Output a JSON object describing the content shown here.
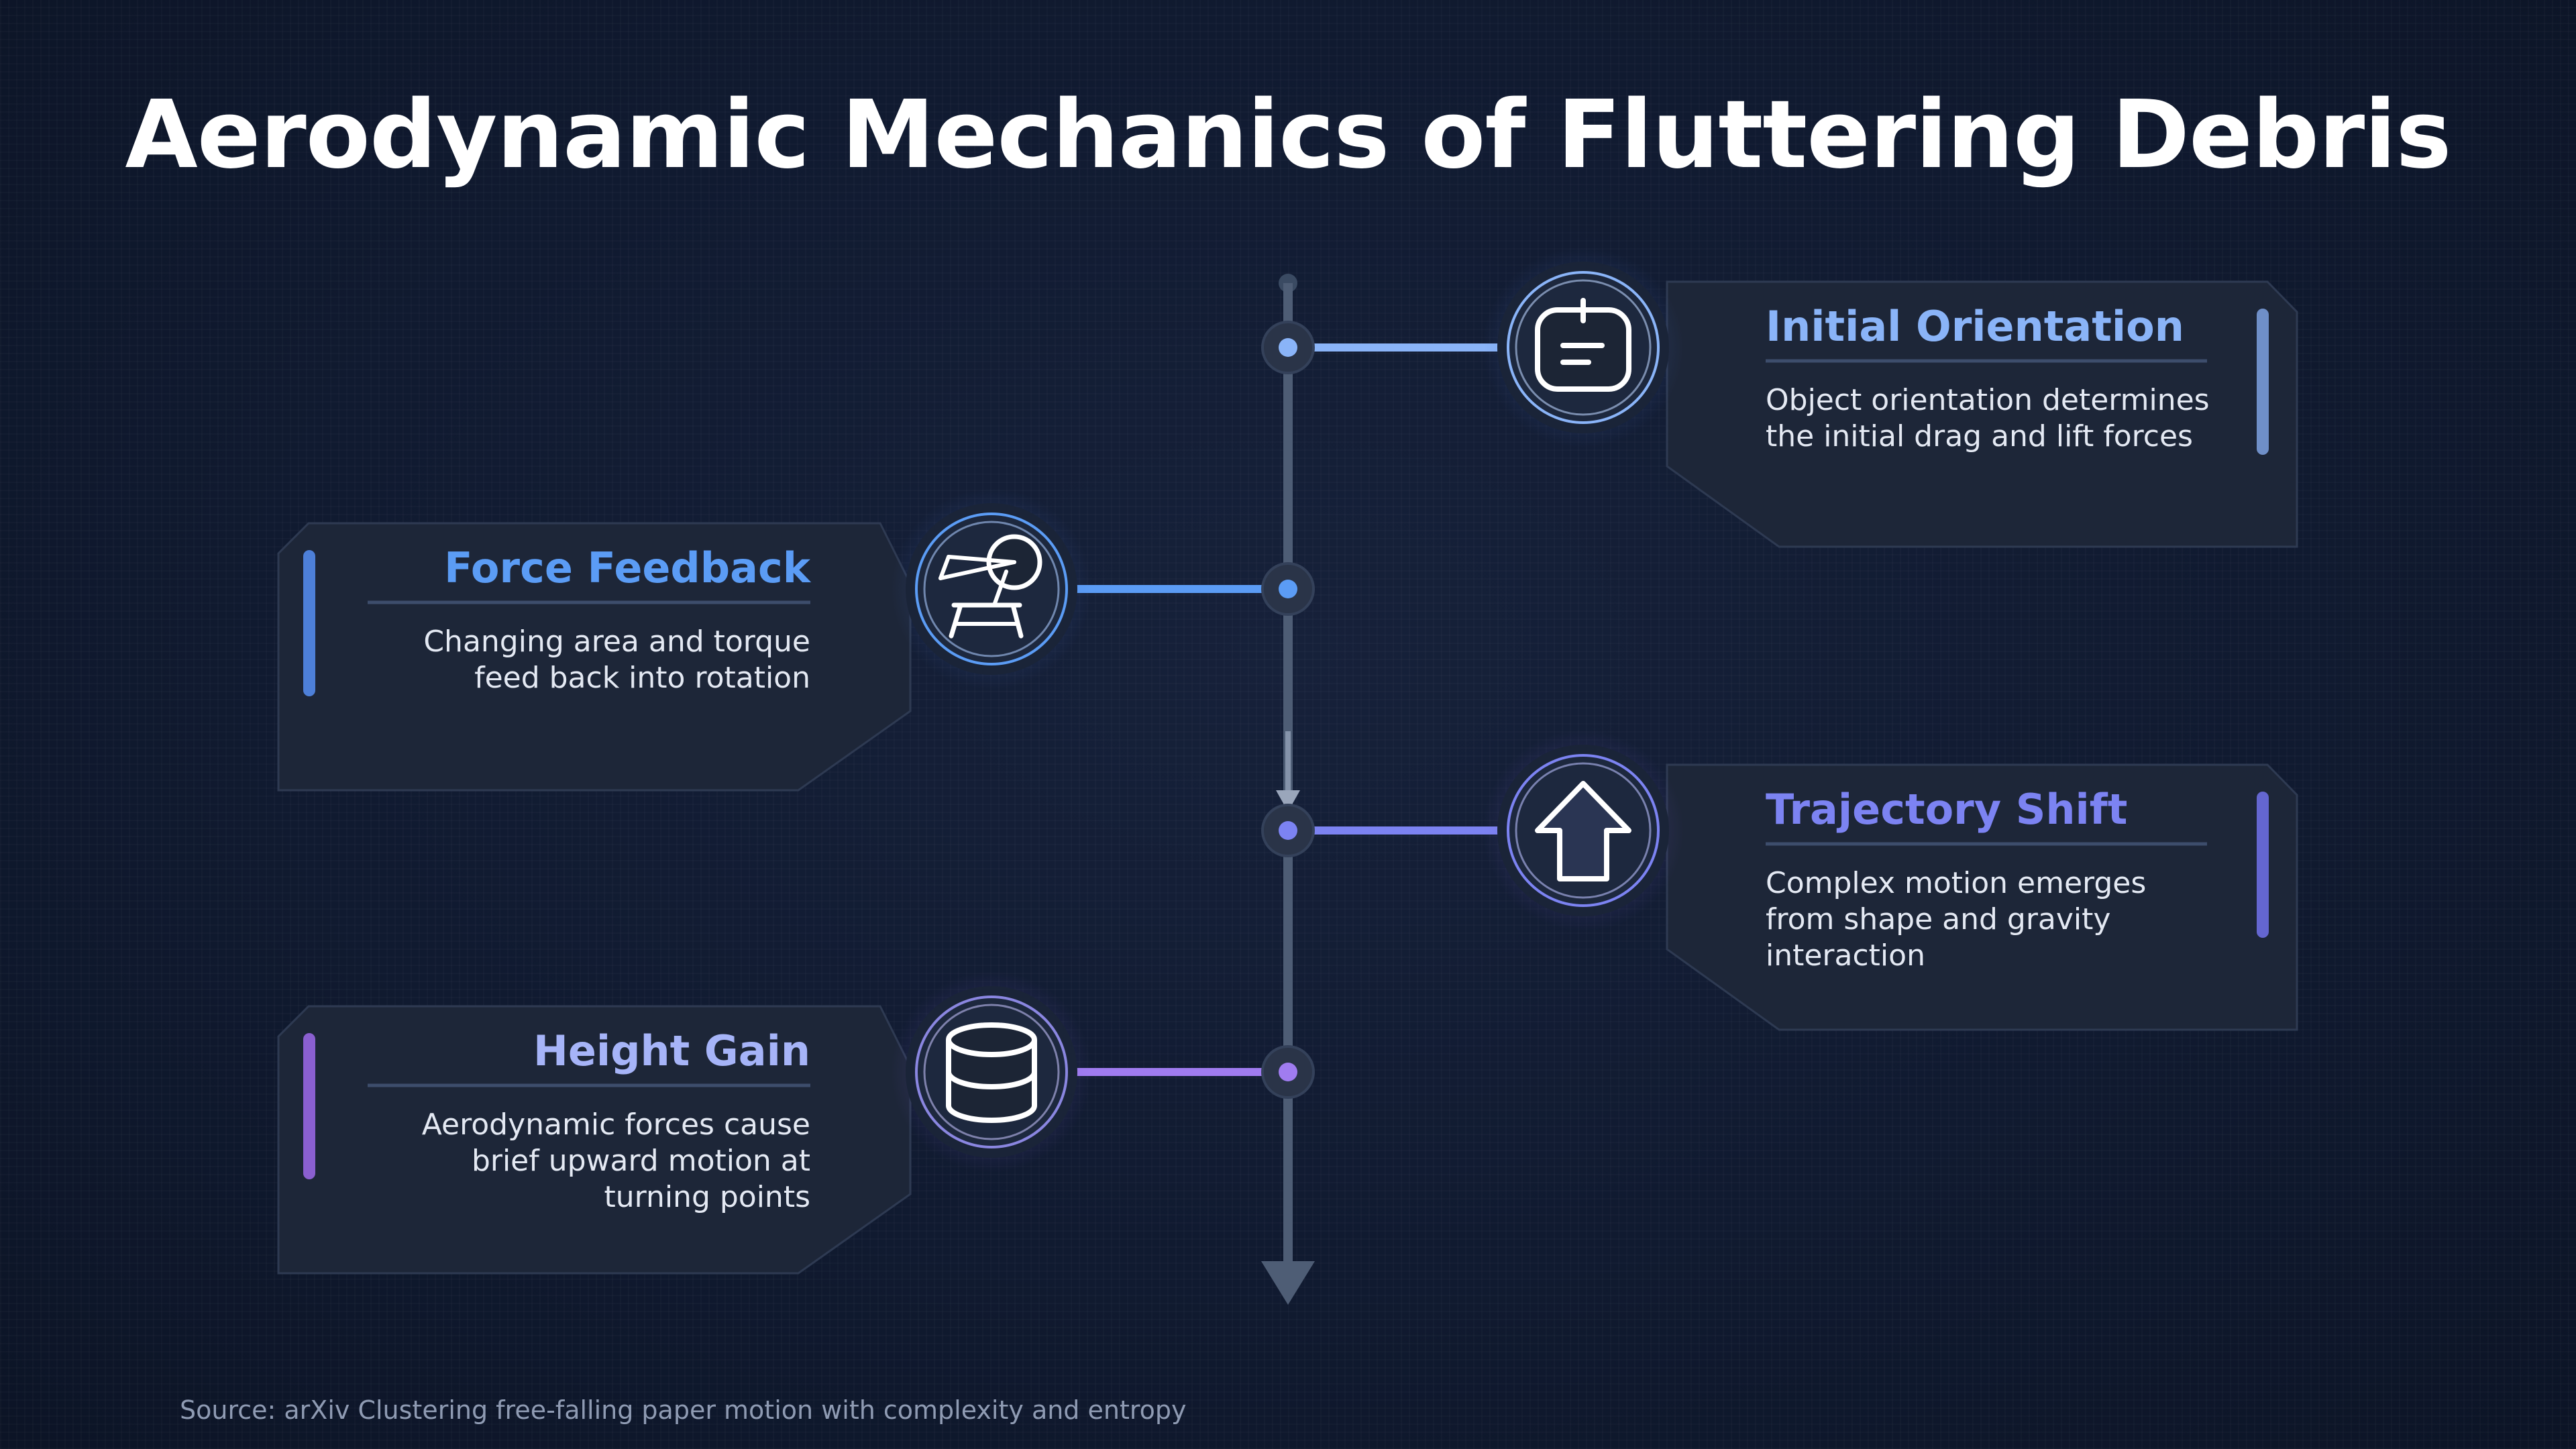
{
  "title": "Aerodynamic Mechanics of Fluttering Debris",
  "source": "Source: arXiv Clustering free-falling paper motion with complexity and entropy",
  "steps": [
    {
      "title": "Initial Orientation",
      "description": "Object orientation determines the initial drag and lift forces",
      "side": "right",
      "icon": "paper-sheet-icon",
      "color": "#8ab4f8"
    },
    {
      "title": "Force Feedback",
      "description": "Changing area and torque feed back into rotation",
      "side": "left",
      "icon": "feedback-loop-icon",
      "color": "#5b9cf5"
    },
    {
      "title": "Trajectory Shift",
      "description": "Complex motion emerges from shape and gravity interaction",
      "side": "right",
      "icon": "arrow-up-icon",
      "color": "#7c83f2"
    },
    {
      "title": "Height Gain",
      "description": "Aerodynamic forces cause brief upward motion at turning points",
      "side": "left",
      "icon": "database-icon",
      "color": "#a07cf0"
    }
  ]
}
